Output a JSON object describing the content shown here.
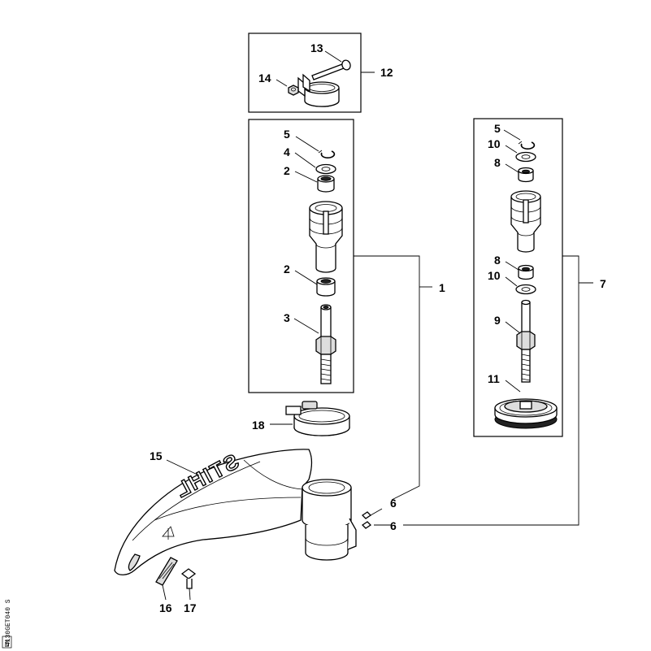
{
  "diagram": {
    "brand_text": "STIHL",
    "side_code": "4130GET040 S",
    "side_tag": "EN",
    "callouts": [
      {
        "id": "c12",
        "label": "12"
      },
      {
        "id": "c13",
        "label": "13"
      },
      {
        "id": "c14",
        "label": "14"
      },
      {
        "id": "c1",
        "label": "1"
      },
      {
        "id": "c5a",
        "label": "5"
      },
      {
        "id": "c4",
        "label": "4"
      },
      {
        "id": "c2a",
        "label": "2"
      },
      {
        "id": "c2b",
        "label": "2"
      },
      {
        "id": "c3",
        "label": "3"
      },
      {
        "id": "c7",
        "label": "7"
      },
      {
        "id": "c5b",
        "label": "5"
      },
      {
        "id": "c10a",
        "label": "10"
      },
      {
        "id": "c8a",
        "label": "8"
      },
      {
        "id": "c8b",
        "label": "8"
      },
      {
        "id": "c10b",
        "label": "10"
      },
      {
        "id": "c9",
        "label": "9"
      },
      {
        "id": "c11",
        "label": "11"
      },
      {
        "id": "c18",
        "label": "18"
      },
      {
        "id": "c15",
        "label": "15"
      },
      {
        "id": "c6a",
        "label": "6"
      },
      {
        "id": "c6b",
        "label": "6"
      },
      {
        "id": "c16",
        "label": "16"
      },
      {
        "id": "c17",
        "label": "17"
      }
    ]
  }
}
